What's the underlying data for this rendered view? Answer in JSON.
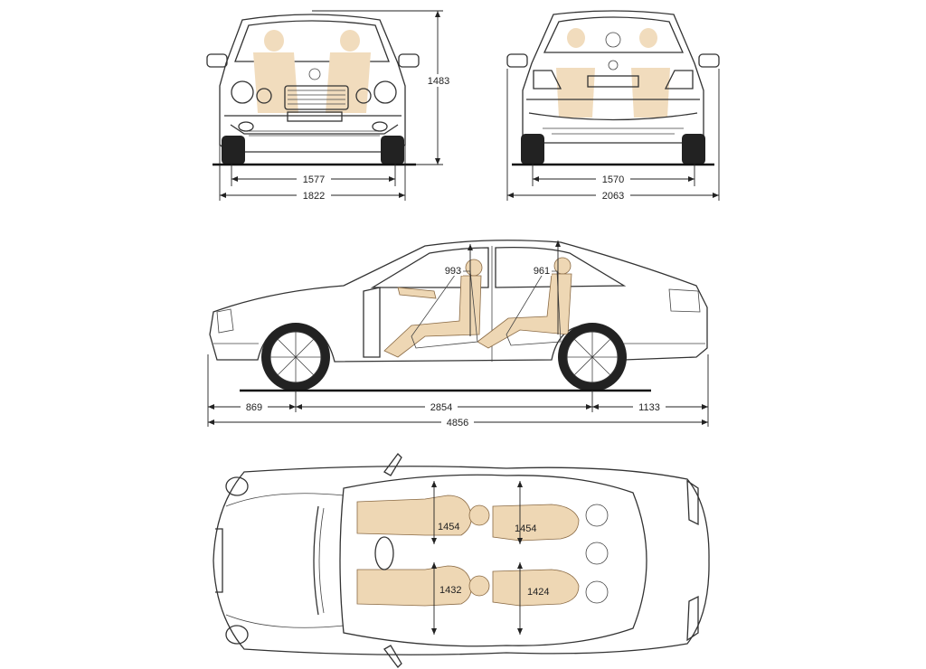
{
  "front_view": {
    "track": "1577",
    "width": "1822",
    "height": "1483"
  },
  "rear_view": {
    "track": "1570",
    "width_mirrors": "2063"
  },
  "side_view": {
    "front_overhang": "869",
    "wheelbase": "2854",
    "rear_overhang": "1133",
    "length": "4856",
    "front_headroom": "993",
    "rear_headroom": "961"
  },
  "top_view": {
    "front_shoulder_room": "1454",
    "rear_shoulder_room": "1454",
    "front_hip_room": "1432",
    "rear_hip_room": "1424"
  }
}
